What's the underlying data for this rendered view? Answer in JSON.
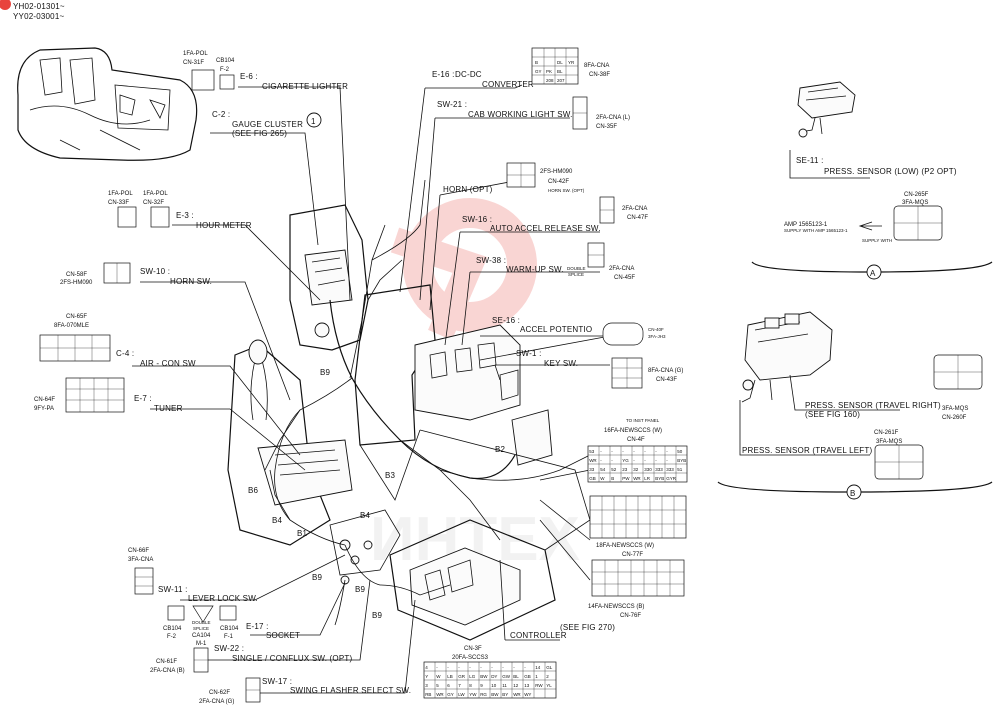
{
  "header": {
    "serial_1": "YH02-01301~",
    "serial_2": "YY02-03001~"
  },
  "watermark": {
    "text": "ИНТЕХ",
    "color": "#e8433c"
  },
  "sections": {
    "a": "A",
    "b": "B"
  },
  "items": [
    {
      "id": "e6",
      "tag": "E-6 :",
      "name": "CIGARETTE LIGHTER"
    },
    {
      "id": "c2",
      "tag": "C-2 :",
      "name": "GAUGE CLUSTER",
      "note": "(SEE FIG 265)"
    },
    {
      "id": "e16",
      "tag": "E-16 :",
      "name": "DC-DC",
      "name2": "CONVERTER"
    },
    {
      "id": "sw21",
      "tag": "SW-21 :",
      "name": "CAB WORKING LIGHT SW."
    },
    {
      "id": "horn",
      "tag": "",
      "name": "HORN (OPT)"
    },
    {
      "id": "e3",
      "tag": "E-3 :",
      "name": "HOUR METER"
    },
    {
      "id": "sw16",
      "tag": "SW-16 :",
      "name": "AUTO ACCEL RELEASE SW."
    },
    {
      "id": "sw10",
      "tag": "SW-10 :",
      "name": "HORN SW."
    },
    {
      "id": "sw38",
      "tag": "SW-38 :",
      "name": "WARM-UP SW."
    },
    {
      "id": "se16",
      "tag": "SE-16 :",
      "name": "ACCEL POTENTIO"
    },
    {
      "id": "c4",
      "tag": "C-4 :",
      "name": "AIR - CON SW"
    },
    {
      "id": "sw1",
      "tag": "SW-1 :",
      "name": "KEY SW."
    },
    {
      "id": "e7",
      "tag": "E-7 :",
      "name": "TUNER"
    },
    {
      "id": "sw11",
      "tag": "SW-11 :",
      "name": "LEVER LOCK SW."
    },
    {
      "id": "e17",
      "tag": "E-17 :",
      "name": "SOCKET"
    },
    {
      "id": "sw22",
      "tag": "SW-22 :",
      "name": "SINGLE / CONFLUX SW. (OPT)"
    },
    {
      "id": "sw17",
      "tag": "SW-17 :",
      "name": "SWING FLASHER SELECT SW."
    },
    {
      "id": "ctrl",
      "tag": "",
      "name": "CONTROLLER",
      "note": "(SEE FIG 270)"
    }
  ],
  "connectors": [
    {
      "id": "cn31f",
      "lines": [
        "1FA-POL",
        "CN-31F"
      ]
    },
    {
      "id": "cb104a",
      "lines": [
        "CB104",
        "F-2"
      ]
    },
    {
      "id": "cn38f",
      "lines": [
        "8FA-CNA",
        "CN-38F"
      ]
    },
    {
      "id": "cn35f",
      "lines": [
        "2FA-CNA (L)",
        "CN-35F"
      ]
    },
    {
      "id": "cn42f",
      "lines": [
        "2FS-HM090",
        "CN-42F",
        "HORN SW. (OPT)"
      ]
    },
    {
      "id": "cn33f",
      "lines": [
        "1FA-POL",
        "CN-33F"
      ]
    },
    {
      "id": "cn32f",
      "lines": [
        "1FA-POL",
        "CN-32F"
      ]
    },
    {
      "id": "cn47f",
      "lines": [
        "2FA-CNA",
        "CN-47F"
      ]
    },
    {
      "id": "cn58f",
      "lines": [
        "CN-58F",
        "2FS-HM090"
      ]
    },
    {
      "id": "cn45f",
      "lines": [
        "2FA-CNA",
        "CN-45F"
      ]
    },
    {
      "id": "dsplice1",
      "lines": [
        "DOUBLE",
        "SPLICE"
      ]
    },
    {
      "id": "cn65f",
      "lines": [
        "CN-65F",
        "8FA-070MLE"
      ]
    },
    {
      "id": "cn40f",
      "lines": [
        "CN-40F",
        "3FA-JH3"
      ]
    },
    {
      "id": "cn43f",
      "lines": [
        "8FA-CNA (G)",
        "CN-43F"
      ]
    },
    {
      "id": "cn64f",
      "lines": [
        "CN-64F",
        "9FY-PA"
      ]
    },
    {
      "id": "cn4f",
      "lines": [
        "TO INST PANEL",
        "16FA-NEWSCCS (W)",
        "CN-4F"
      ]
    },
    {
      "id": "cn77f",
      "lines": [
        "18FA-NEWSCCS (W)",
        "CN-77F"
      ]
    },
    {
      "id": "cn76f",
      "lines": [
        "14FA-NEWSCCS (B)",
        "CN-76F"
      ]
    },
    {
      "id": "cn66f",
      "lines": [
        "CN-66F",
        "3FA-CNA"
      ]
    },
    {
      "id": "dsplice2",
      "lines": [
        "DOUBLE",
        "SPLICE"
      ]
    },
    {
      "id": "cb104b",
      "lines": [
        "CB104",
        "F-2"
      ]
    },
    {
      "id": "ca104",
      "lines": [
        "CA104",
        "M-1"
      ]
    },
    {
      "id": "cb104c",
      "lines": [
        "CB104",
        "F-1"
      ]
    },
    {
      "id": "cn61f",
      "lines": [
        "CN-61F",
        "2FA-CNA (B)"
      ]
    },
    {
      "id": "cn3f",
      "lines": [
        "CN-3F",
        "20FA-SCCS3"
      ]
    },
    {
      "id": "cn62f",
      "lines": [
        "CN-62F",
        "2FA-CNA (G)"
      ]
    }
  ],
  "harness": [
    "B9",
    "B2",
    "B3",
    "B6",
    "B4",
    "B1",
    "B4",
    "B9",
    "B9",
    "B9"
  ],
  "callout_1": "1",
  "inset_a": {
    "se11_tag": "SE-11 :",
    "se11_name": "PRESS. SENSOR (LOW) (P2 OPT)",
    "conn_lines": [
      "CN-265F",
      "3FA-MQS"
    ],
    "amp_line": "AMP 1565123-1",
    "amp_note": "SUPPLY WITH AMP 1565123-1",
    "supply_note": "SUPPLY WITH"
  },
  "inset_b": {
    "right_name": "PRESS. SENSOR (TRAVEL RIGHT)",
    "right_note": "(SEE FIG 160)",
    "right_conn": [
      "3FA-MQS",
      "CN-260F"
    ],
    "left_name": "PRESS. SENSOR (TRAVEL LEFT)",
    "left_conn": [
      "CN-261F",
      "3FA-MQS"
    ]
  },
  "pins": {
    "cn38": [
      "GY",
      "PK",
      "BL",
      "YR",
      "DL",
      "B",
      "208",
      "207"
    ],
    "cn4": [
      "53",
      "-",
      "-",
      "-",
      "-",
      "-",
      "-",
      "-",
      "50",
      "WR",
      "-",
      "-",
      "YG",
      "-",
      "-",
      "-",
      "-",
      "BYB",
      "33",
      "54",
      "52",
      "23",
      "32",
      "330",
      "333",
      "333",
      "51",
      "GB",
      "W",
      "B",
      "PW",
      "WR",
      "LR",
      "BYB",
      "GYR"
    ],
    "cn3": [
      "4",
      "-",
      "-",
      "-",
      "-",
      "-",
      "-",
      "-",
      "-",
      "-",
      "14",
      "GL",
      "Y",
      "W",
      "LB",
      "GR",
      "LG",
      "BW",
      "DY",
      "GW",
      "BL",
      "GB",
      "1",
      "2",
      "3",
      "5",
      "6",
      "7",
      "8",
      "9",
      "10",
      "11",
      "12",
      "13",
      "RW",
      "YL",
      "RB",
      "WR",
      "GY",
      "LW",
      "YW",
      "RG",
      "BW",
      "BY",
      "WR",
      "WY"
    ]
  }
}
